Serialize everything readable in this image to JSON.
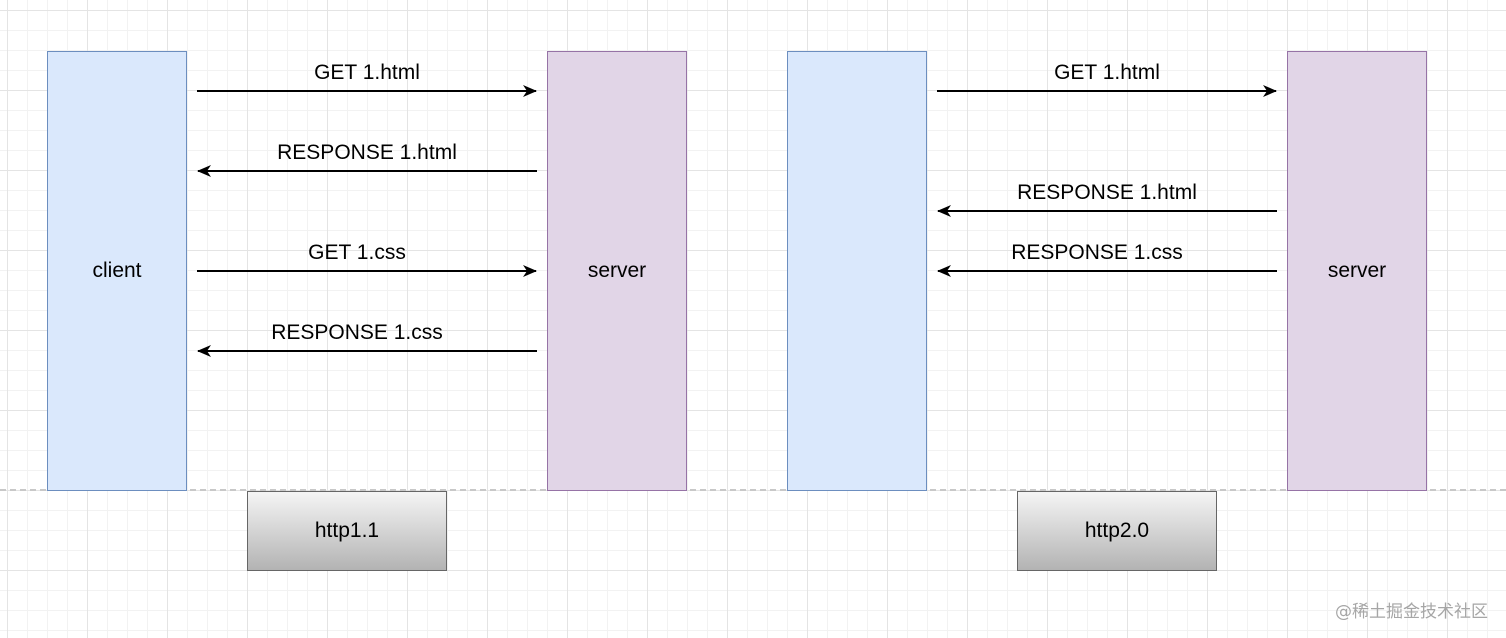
{
  "left": {
    "client_label": "client",
    "server_label": "server",
    "protocol_label": "http1.1",
    "messages": [
      {
        "text": "GET 1.html",
        "direction": "to-server"
      },
      {
        "text": "RESPONSE 1.html",
        "direction": "to-client"
      },
      {
        "text": "GET 1.css",
        "direction": "to-server"
      },
      {
        "text": "RESPONSE 1.css",
        "direction": "to-client"
      }
    ]
  },
  "right": {
    "client_label": "",
    "server_label": "server",
    "protocol_label": "http2.0",
    "messages": [
      {
        "text": "GET 1.html",
        "direction": "to-server"
      },
      {
        "text": "RESPONSE 1.html",
        "direction": "to-client"
      },
      {
        "text": "RESPONSE 1.css",
        "direction": "to-client"
      }
    ]
  },
  "watermark": "@稀土掘金技术社区",
  "colors": {
    "client_fill": "#dae8fc",
    "client_stroke": "#6c8ebf",
    "server_fill": "#e1d5e7",
    "server_stroke": "#9673a6",
    "arrow": "#000000"
  }
}
